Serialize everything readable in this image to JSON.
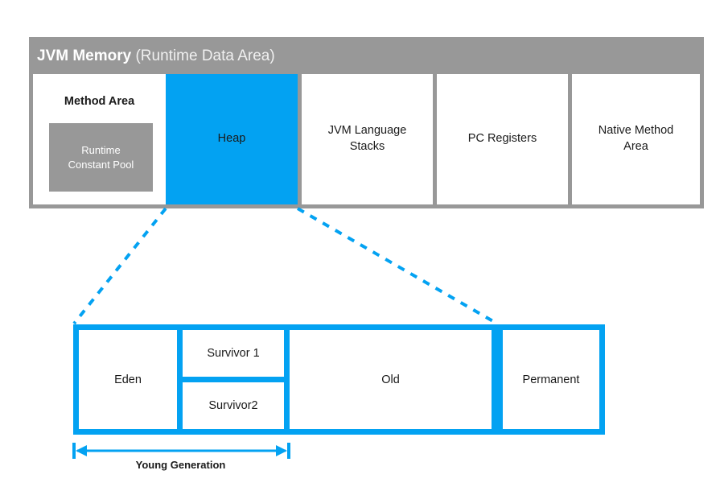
{
  "diagram": {
    "title_strong": "JVM Memory",
    "title_sub": " (Runtime Data Area)",
    "colors": {
      "gray": "#989898",
      "blue": "#03A2F2",
      "white": "#FFFFFF",
      "text": "#1A1A1A"
    }
  },
  "runtime_data_area": {
    "cells": [
      {
        "label": "Method Area",
        "inner_label": "Runtime\nConstant Pool",
        "highlighted": false
      },
      {
        "label": "Heap",
        "highlighted": true
      },
      {
        "label": "JVM Language\nStacks",
        "highlighted": false
      },
      {
        "label": "PC Registers",
        "highlighted": false
      },
      {
        "label": "Native Method\nArea",
        "highlighted": false
      }
    ],
    "method_area_title": "Method Area",
    "runtime_constant_pool_line1": "Runtime",
    "runtime_constant_pool_line2": "Constant Pool",
    "heap_label": "Heap",
    "jvm_stacks_line1": "JVM Language",
    "jvm_stacks_line2": "Stacks",
    "pc_registers_label": "PC Registers",
    "native_method_line1": "Native Method",
    "native_method_line2": "Area"
  },
  "heap_detail": {
    "regions": [
      {
        "label": "Eden"
      },
      {
        "label": "Survivor 1"
      },
      {
        "label": "Survivor2"
      },
      {
        "label": "Old"
      },
      {
        "label": "Permanent"
      }
    ],
    "eden_label": "Eden",
    "survivor1_label": "Survivor 1",
    "survivor2_label": "Survivor2",
    "old_label": "Old",
    "permanent_label": "Permanent"
  },
  "annotation": {
    "young_generation_label": "Young Generation"
  }
}
